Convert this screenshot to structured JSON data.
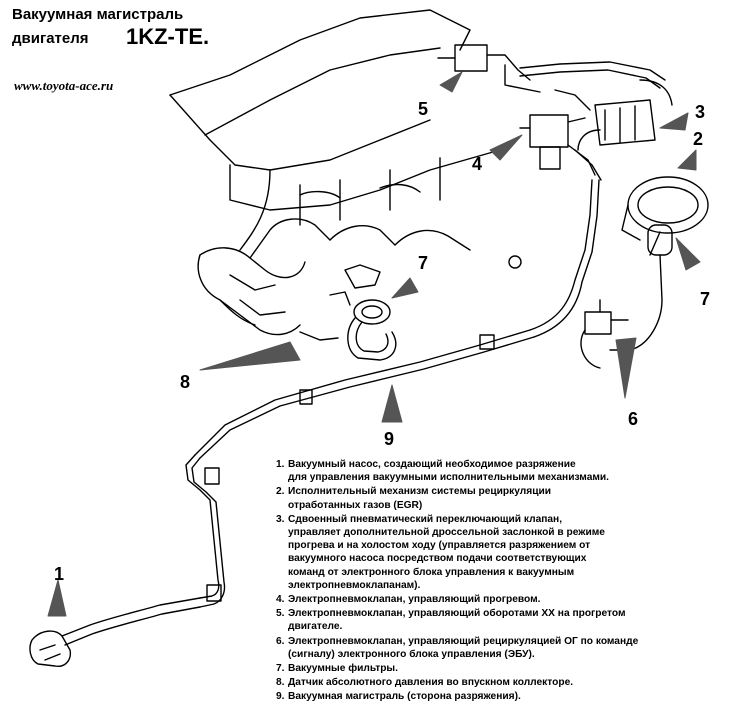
{
  "title": {
    "line1": "Вакуумная магистраль",
    "line2": "двигателя",
    "engine": "1KZ-TE."
  },
  "site": "www.toyota-ace.ru",
  "callouts": [
    "5",
    "4",
    "3",
    "2",
    "7",
    "7",
    "8",
    "9",
    "6",
    "1"
  ],
  "legend": [
    {
      "num": "1.",
      "text": "Вакуумный насос, создающий необходимое разряжение\n  для управления вакуумными исполнительными механизмами."
    },
    {
      "num": "2.",
      "text": "Исполнительный  механизм системы рециркуляции\nотработанных газов (EGR)"
    },
    {
      "num": "3.",
      "text": "Сдвоенный пневматический переключающий клапан,\n управляет дополнительной дроссельной заслонкой в режиме\n прогрева и на холостом ходу (управляется разряжением от\n вакуумного насоса посредством подачи соответствующих\n команд от электронного блока управления к вакуумным\n электропневмоклапанам)."
    },
    {
      "num": "4.",
      "text": "Электропневмоклапан, управляющий прогревом."
    },
    {
      "num": "5.",
      "text": "Электропневмоклапан, управляющий оборотами ХХ на прогретом\nдвигателе."
    },
    {
      "num": "6.",
      "text": "Электропневмоклапан, управляющий рециркуляцией ОГ по команде\n(сигналу) электронного блока управления (ЭБУ)."
    },
    {
      "num": "7.",
      "text": "Вакуумные фильтры."
    },
    {
      "num": "8.",
      "text": "Датчик абсолютного давления во впускном коллекторе."
    },
    {
      "num": "9.",
      "text": "Вакуумная магистраль (сторона разряжения)."
    }
  ]
}
